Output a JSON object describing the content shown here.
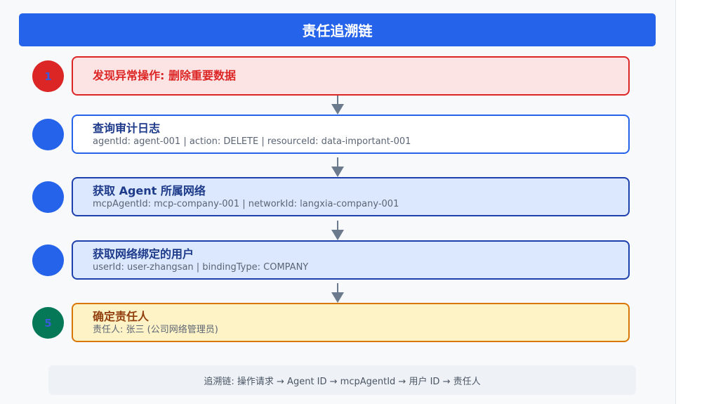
{
  "header": {
    "title": "责任追溯链"
  },
  "colors": {
    "header": "#2563eb",
    "connector": "#6b7a8c",
    "step1_fill": "#fde4e4",
    "step1_border": "#dc2626",
    "step_blue_border": "#2563eb",
    "step_dark_border": "#1e40af",
    "step5_fill": "#fef3c7",
    "step5_border": "#d97706",
    "step5_circle": "#047857"
  },
  "steps": [
    {
      "number": "1",
      "title": "发现异常操作: 删除重要数据",
      "detail": ""
    },
    {
      "number": "",
      "title": "查询审计日志",
      "detail": "agentId: agent-001 | action: DELETE | resourceId: data-important-001"
    },
    {
      "number": "",
      "title": "获取 Agent 所属网络",
      "detail": "mcpAgentId: mcp-company-001 | networkId: langxia-company-001"
    },
    {
      "number": "",
      "title": "获取网络绑定的用户",
      "detail": "userId: user-zhangsan | bindingType: COMPANY"
    },
    {
      "number": "5",
      "title": "确定责任人",
      "detail": "责任人: 张三 (公司网络管理员)"
    }
  ],
  "footer": {
    "text": "追溯链: 操作请求 → Agent ID → mcpAgentId → 用户 ID → 责任人"
  }
}
